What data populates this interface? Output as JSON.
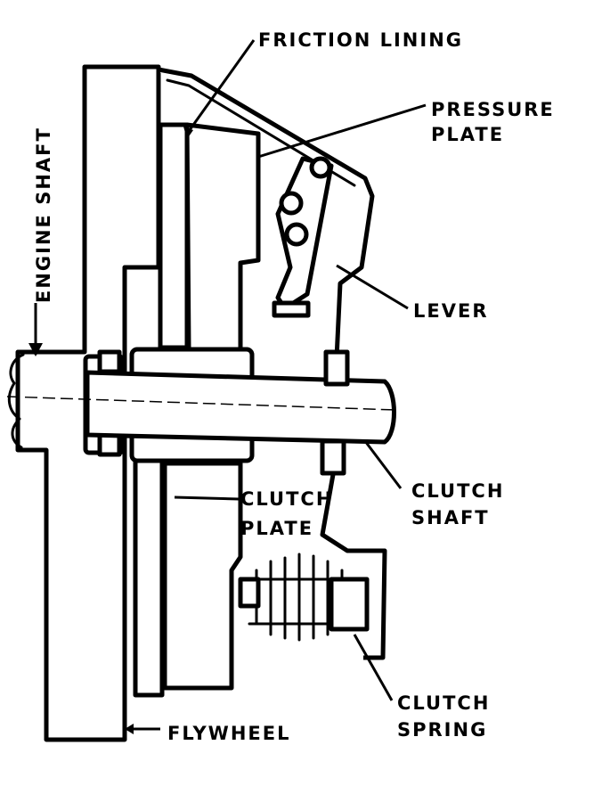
{
  "labels": {
    "friction_lining": "FRICTION LINING",
    "pressure_plate_1": "PRESSURE",
    "pressure_plate_2": "PLATE",
    "engine_shaft": "ENGINE SHAFT",
    "lever": "LEVER",
    "clutch_plate_1": "CLUTCH",
    "clutch_plate_2": "PLATE",
    "clutch_shaft_1": "CLUTCH",
    "clutch_shaft_2": "SHAFT",
    "clutch_spring_1": "CLUTCH",
    "clutch_spring_2": "SPRING",
    "flywheel": "FLYWHEEL"
  },
  "colors": {
    "ink": "#000000",
    "paper": "#ffffff"
  }
}
